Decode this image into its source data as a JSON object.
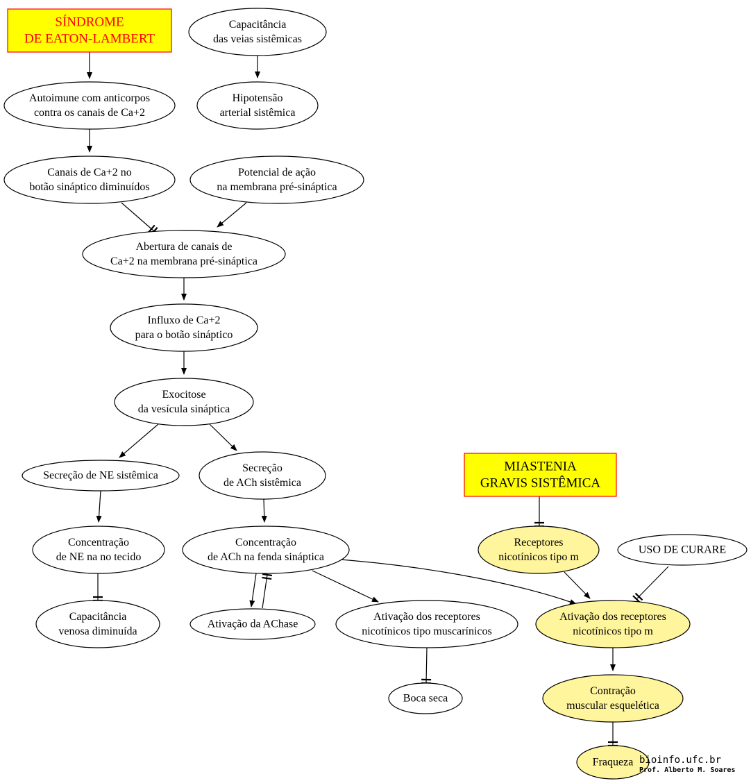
{
  "colors": {
    "title_box_fill": "#ffff00",
    "title_box_border": "#ff0000",
    "highlight_node_fill": "#fff59c",
    "node_fill": "#ffffff",
    "stroke": "#000000"
  },
  "nodes": {
    "sindrome": {
      "lines": [
        "SÍNDROME",
        "DE EATON-LAMBERT"
      ],
      "text_color": "#ff0000"
    },
    "miastenia": {
      "lines": [
        "MIASTENIA",
        "GRAVIS SISTÊMICA"
      ],
      "text_color": "#000000"
    },
    "capacitancia_veias": {
      "lines": [
        "Capacitância",
        "das veias sistêmicas"
      ]
    },
    "hipotensao": {
      "lines": [
        "Hipotensão",
        "arterial sistêmica"
      ]
    },
    "autoimune": {
      "lines": [
        "Autoimune com anticorpos",
        "contra os canais de Ca+2"
      ]
    },
    "canais_diminuidos": {
      "lines": [
        "Canais de Ca+2 no",
        "botão sináptico diminuídos"
      ]
    },
    "potencial_acao": {
      "lines": [
        "Potencial de ação",
        "na membrana pré-sináptica"
      ]
    },
    "abertura_canais": {
      "lines": [
        "Abertura de canais de",
        "Ca+2 na membrana pré-sináptica"
      ]
    },
    "influxo": {
      "lines": [
        "Influxo de Ca+2",
        "para o botão sináptico"
      ]
    },
    "exocitose": {
      "lines": [
        "Exocitose",
        "da vesícula sináptica"
      ]
    },
    "secrecao_ne": {
      "lines": [
        "Secreção de NE sistêmica"
      ]
    },
    "secrecao_ach": {
      "lines": [
        "Secreção",
        "de ACh sistêmica"
      ]
    },
    "concentracao_ne": {
      "lines": [
        "Concentração",
        "de NE na no tecido"
      ]
    },
    "concentracao_ach": {
      "lines": [
        "Concentração",
        "de ACh na fenda sináptica"
      ]
    },
    "capacitancia_venosa": {
      "lines": [
        "Capacitância",
        "venosa diminuída"
      ]
    },
    "ativacao_achase": {
      "lines": [
        "Ativação da AChase"
      ]
    },
    "ativacao_muscarinicos": {
      "lines": [
        "Ativação dos receptores",
        "nicotínicos tipo muscarínicos"
      ]
    },
    "boca_seca": {
      "lines": [
        "Boca seca"
      ]
    },
    "receptores_m": {
      "lines": [
        "Receptores",
        "nicotínicos tipo m"
      ]
    },
    "uso_curare": {
      "lines": [
        "USO DE CURARE"
      ]
    },
    "ativacao_m": {
      "lines": [
        "Ativação dos receptores",
        "nicotínicos tipo m"
      ]
    },
    "contracao": {
      "lines": [
        "Contração",
        "muscular esquelética"
      ]
    },
    "fraqueza": {
      "lines": [
        "Fraqueza"
      ]
    }
  },
  "edges": [
    {
      "from": "sindrome",
      "to": "autoimune",
      "type": "activates"
    },
    {
      "from": "autoimune",
      "to": "canais_diminuidos",
      "type": "activates"
    },
    {
      "from": "capacitancia_veias",
      "to": "hipotensao",
      "type": "activates"
    },
    {
      "from": "canais_diminuidos",
      "to": "abertura_canais",
      "type": "inhibits"
    },
    {
      "from": "potencial_acao",
      "to": "abertura_canais",
      "type": "activates"
    },
    {
      "from": "abertura_canais",
      "to": "influxo",
      "type": "activates"
    },
    {
      "from": "influxo",
      "to": "exocitose",
      "type": "activates"
    },
    {
      "from": "exocitose",
      "to": "secrecao_ne",
      "type": "activates"
    },
    {
      "from": "exocitose",
      "to": "secrecao_ach",
      "type": "activates"
    },
    {
      "from": "secrecao_ne",
      "to": "concentracao_ne",
      "type": "activates"
    },
    {
      "from": "secrecao_ach",
      "to": "concentracao_ach",
      "type": "activates"
    },
    {
      "from": "concentracao_ne",
      "to": "capacitancia_venosa",
      "type": "inhibits"
    },
    {
      "from": "concentracao_ach",
      "to": "ativacao_achase",
      "type": "activates"
    },
    {
      "from": "ativacao_achase",
      "to": "concentracao_ach",
      "type": "inhibits"
    },
    {
      "from": "concentracao_ach",
      "to": "ativacao_muscarinicos",
      "type": "activates"
    },
    {
      "from": "concentracao_ach",
      "to": "ativacao_m",
      "type": "activates"
    },
    {
      "from": "ativacao_muscarinicos",
      "to": "boca_seca",
      "type": "inhibits"
    },
    {
      "from": "miastenia",
      "to": "receptores_m",
      "type": "inhibits"
    },
    {
      "from": "receptores_m",
      "to": "ativacao_m",
      "type": "activates"
    },
    {
      "from": "uso_curare",
      "to": "ativacao_m",
      "type": "inhibits"
    },
    {
      "from": "ativacao_m",
      "to": "contracao",
      "type": "activates"
    },
    {
      "from": "contracao",
      "to": "fraqueza",
      "type": "inhibits"
    }
  ],
  "credits": {
    "site": "bioinfo.ufc.br",
    "author": "Prof. Alberto M. Soares"
  }
}
